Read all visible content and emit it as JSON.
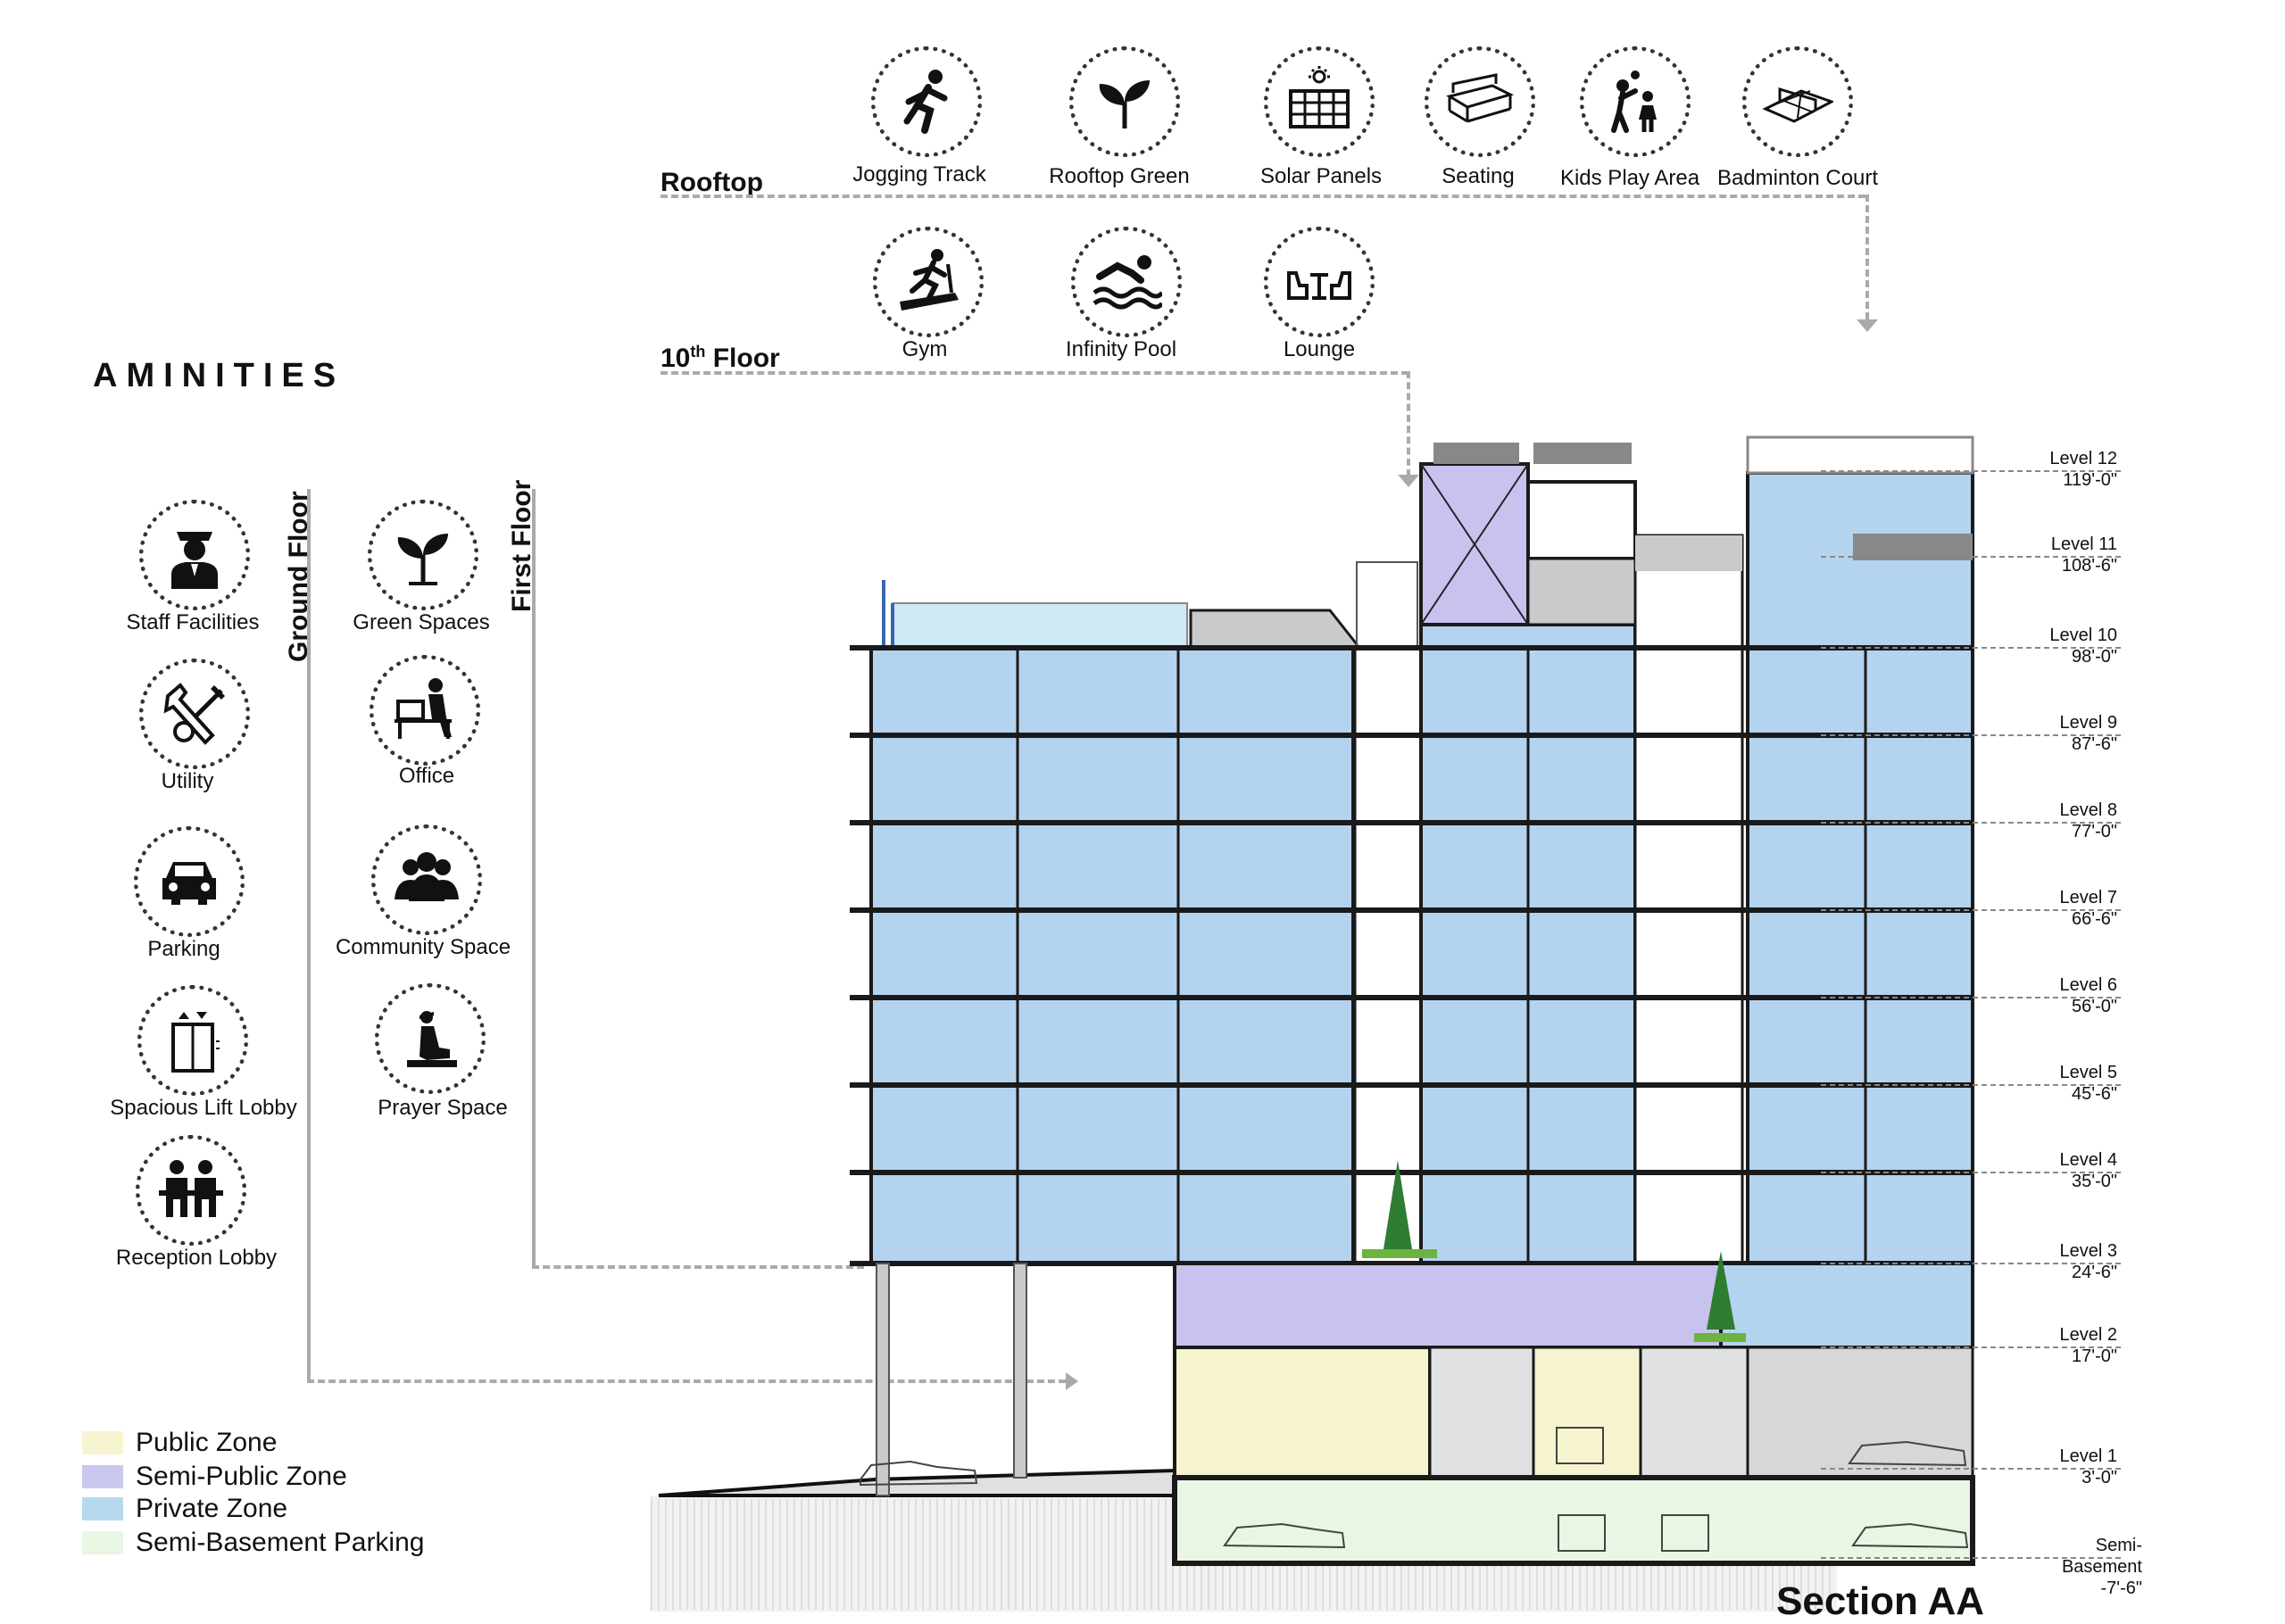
{
  "title": "AMINITIES",
  "section_title": "Section AA",
  "floors": {
    "rooftop": "Rooftop",
    "tenth": "10",
    "tenth_sup": "th",
    "tenth_rest": " Floor",
    "ground": "Ground Floor",
    "first": "First Floor"
  },
  "rooftop_items": [
    "Jogging Track",
    "Rooftop Green",
    "Solar Panels",
    "Seating",
    "Kids Play Area",
    "Badminton Court"
  ],
  "tenth_items": [
    "Gym",
    "Infinity Pool",
    "Lounge"
  ],
  "ground_items": [
    "Staff Facilities",
    "Utility",
    "Parking",
    "Spacious Lift Lobby",
    "Reception Lobby"
  ],
  "first_items": [
    "Green Spaces",
    "Office",
    "Community Space",
    "Prayer Space"
  ],
  "levels": [
    {
      "name": "Level 12",
      "elev": "119'-0\""
    },
    {
      "name": "Level 11",
      "elev": "108'-6\""
    },
    {
      "name": "Level 10",
      "elev": "98'-0\""
    },
    {
      "name": "Level 9",
      "elev": "87'-6\""
    },
    {
      "name": "Level 8",
      "elev": "77'-0\""
    },
    {
      "name": "Level 7",
      "elev": "66'-6\""
    },
    {
      "name": "Level 6",
      "elev": "56'-0\""
    },
    {
      "name": "Level 5",
      "elev": "45'-6\""
    },
    {
      "name": "Level 4",
      "elev": "35'-0\""
    },
    {
      "name": "Level 3",
      "elev": "24'-6\""
    },
    {
      "name": "Level 2",
      "elev": "17'-0\""
    },
    {
      "name": "Level 1",
      "elev": "3'-0\""
    },
    {
      "name": "Semi-Basement",
      "elev": "-7'-6\""
    }
  ],
  "legend": [
    {
      "label": "Public Zone",
      "color": "#f7f5d0"
    },
    {
      "label": "Semi-Public Zone",
      "color": "#c9c8ee"
    },
    {
      "label": "Private Zone",
      "color": "#b7d9ee"
    },
    {
      "label": "Semi-Basement Parking",
      "color": "#e8f6e3"
    }
  ],
  "colors": {
    "private": "#b4d3ef",
    "semi_public": "#c7c3ee",
    "public": "#f6f3cf",
    "basement": "#eaf6e4",
    "structure": "#1a1a1a",
    "grey": "#c8cacc"
  }
}
